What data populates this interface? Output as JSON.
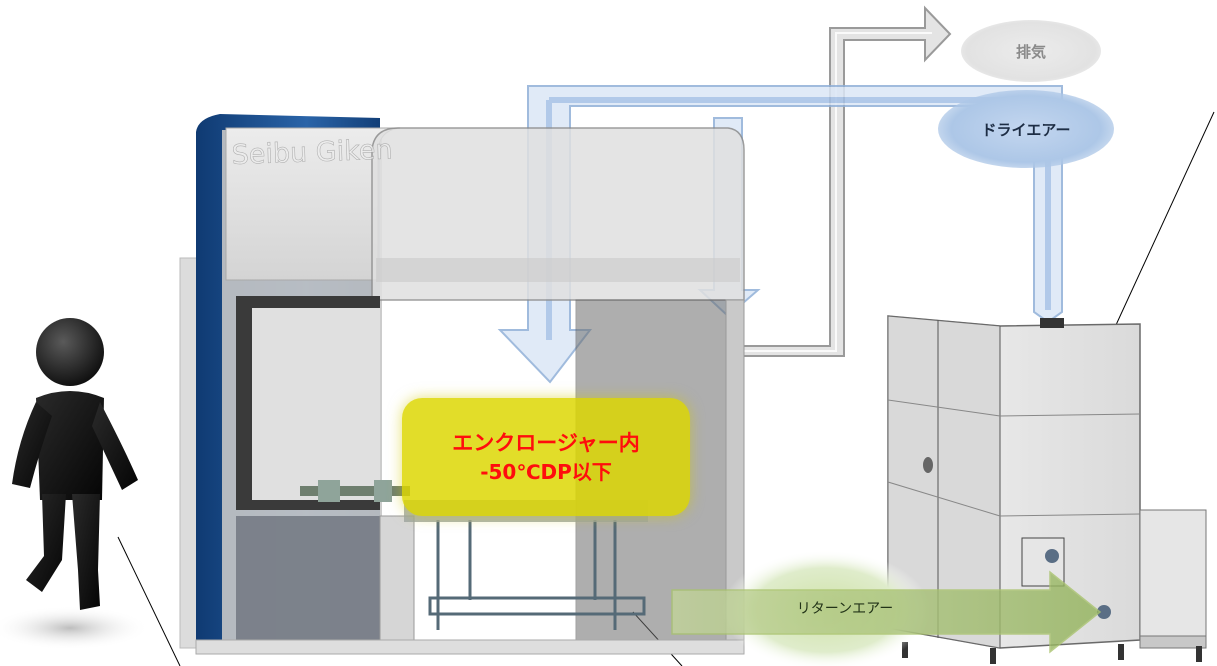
{
  "labels": {
    "exhaust": "排気",
    "dry_air": "ドライエアー",
    "return_air": "リターンエアー",
    "enclosure_line1": "エンクロージャー内",
    "enclosure_line2": "-50℃DP以下"
  },
  "branding": {
    "enclosure_logo": "Seibu Giken"
  },
  "colors": {
    "enclosure_frame": "#1f4f8c",
    "dry_air_duct": "#a9c6ea",
    "exhaust_duct": "#c9c9c9",
    "return_air_arrow": "#b7cf82",
    "callout_fill": "#ddd600",
    "callout_text": "#ff0d0d"
  },
  "icons": {
    "operator": "person-figure-icon"
  }
}
